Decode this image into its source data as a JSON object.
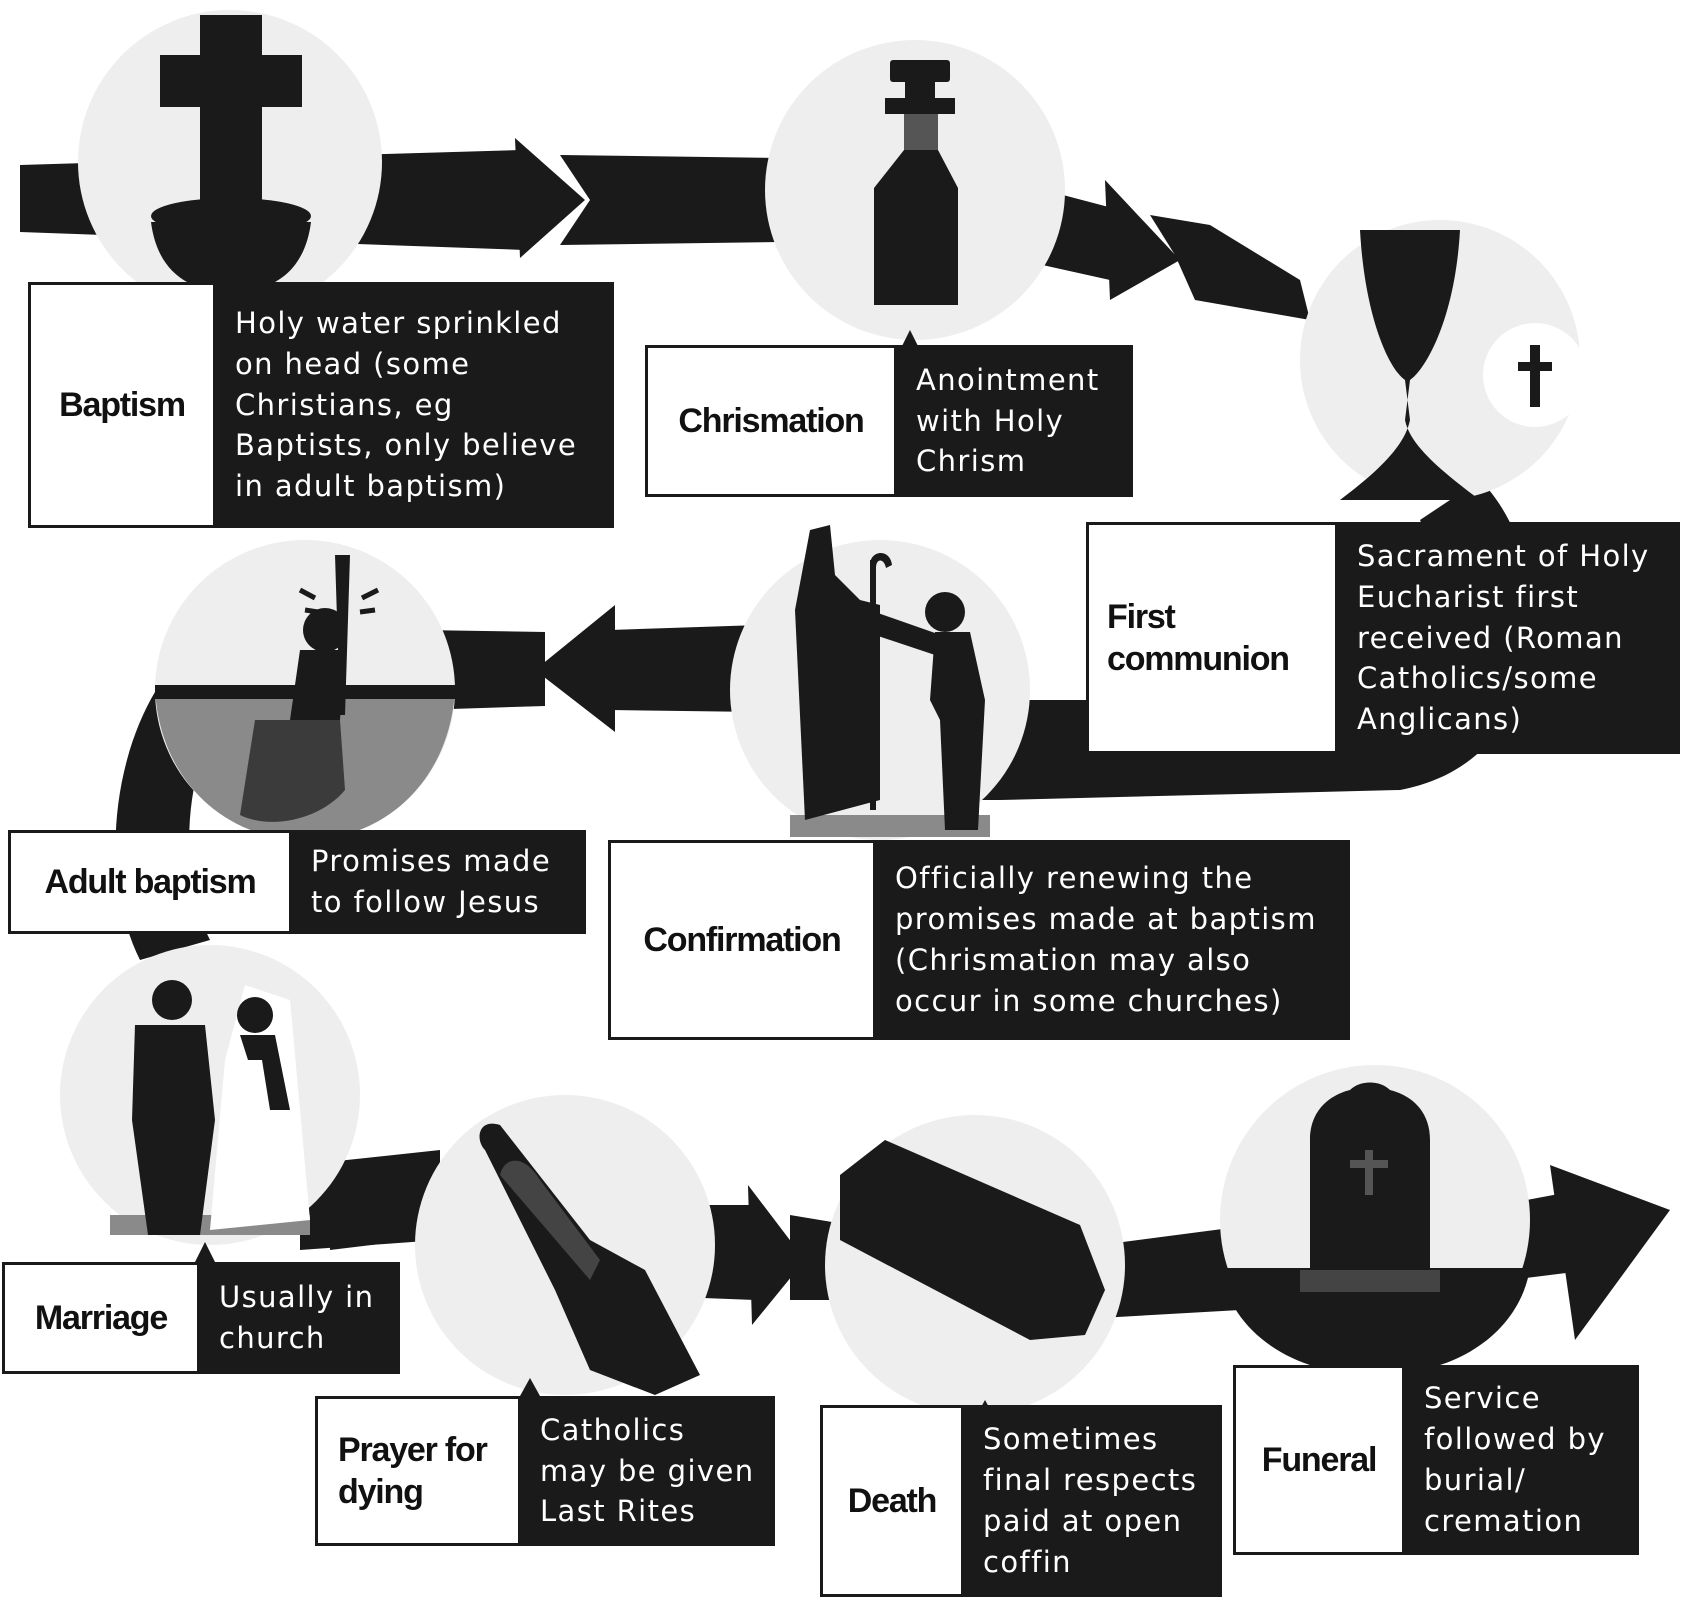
{
  "colors": {
    "ink": "#1a1a1a",
    "circle": "#eeeeee",
    "water": "#8a8a8a",
    "card_label_bg": "#ffffff"
  },
  "stages": [
    {
      "id": "baptism",
      "term": "Baptism",
      "description": "Holy water sprinkled on head (some Christians, eg Baptists, only believe in adult baptism)",
      "icon": "font-with-cross-icon"
    },
    {
      "id": "chrismation",
      "term": "Chrismation",
      "description": "Anointment with Holy Chrism",
      "icon": "oil-bottle-icon"
    },
    {
      "id": "first-communion",
      "term": "First communion",
      "description": "Sacrament of Holy Eucharist first received (Roman Catholics/some Anglicans)",
      "icon": "chalice-and-host-icon"
    },
    {
      "id": "confirmation",
      "term": "Confirmation",
      "description": "Officially renewing the promises made at baptism (Chrismation may also occur in some churches)",
      "icon": "bishop-blessing-icon"
    },
    {
      "id": "adult-baptism",
      "term": "Adult baptism",
      "description": "Promises made to follow Jesus",
      "icon": "immersion-pool-icon"
    },
    {
      "id": "marriage",
      "term": "Marriage",
      "description": "Usually in church",
      "icon": "bride-and-groom-icon"
    },
    {
      "id": "prayer-for-dying",
      "term": "Prayer for dying",
      "description": "Catholics may be given Last Rites",
      "icon": "praying-hands-icon"
    },
    {
      "id": "death",
      "term": "Death",
      "description": "Sometimes final respects paid at open coffin",
      "icon": "coffin-icon"
    },
    {
      "id": "funeral",
      "term": "Funeral",
      "description": "Service followed by burial/ cremation",
      "icon": "gravestone-icon"
    }
  ]
}
